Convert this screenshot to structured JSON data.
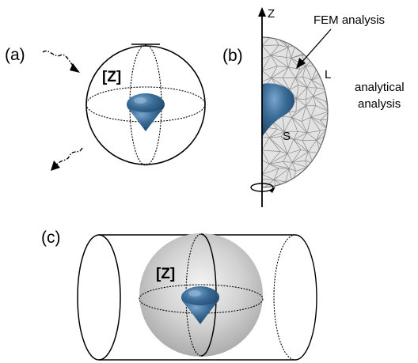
{
  "panel_a": {
    "label": "(a)",
    "region_label": "[Z]"
  },
  "panel_b": {
    "label": "(b)",
    "axis_label": "Z",
    "fem_label": "FEM analysis",
    "analytical_line1": "analytical",
    "analytical_line2": "analysis",
    "boundary_L": "L",
    "boundary_S": "S"
  },
  "panel_c": {
    "label": "(c)",
    "region_label": "[Z]"
  },
  "colors": {
    "particle": "#2f5f88",
    "particle_highlight": "#6f9cc3",
    "mesh_fill": "#e4e4e4",
    "mesh_line": "#8a8a8a",
    "sphere_gray": "#c8c8c8"
  },
  "icons": [
    "wave-arrow-icon",
    "rotation-arrow-icon",
    "fem-pointer-arrow-icon"
  ]
}
